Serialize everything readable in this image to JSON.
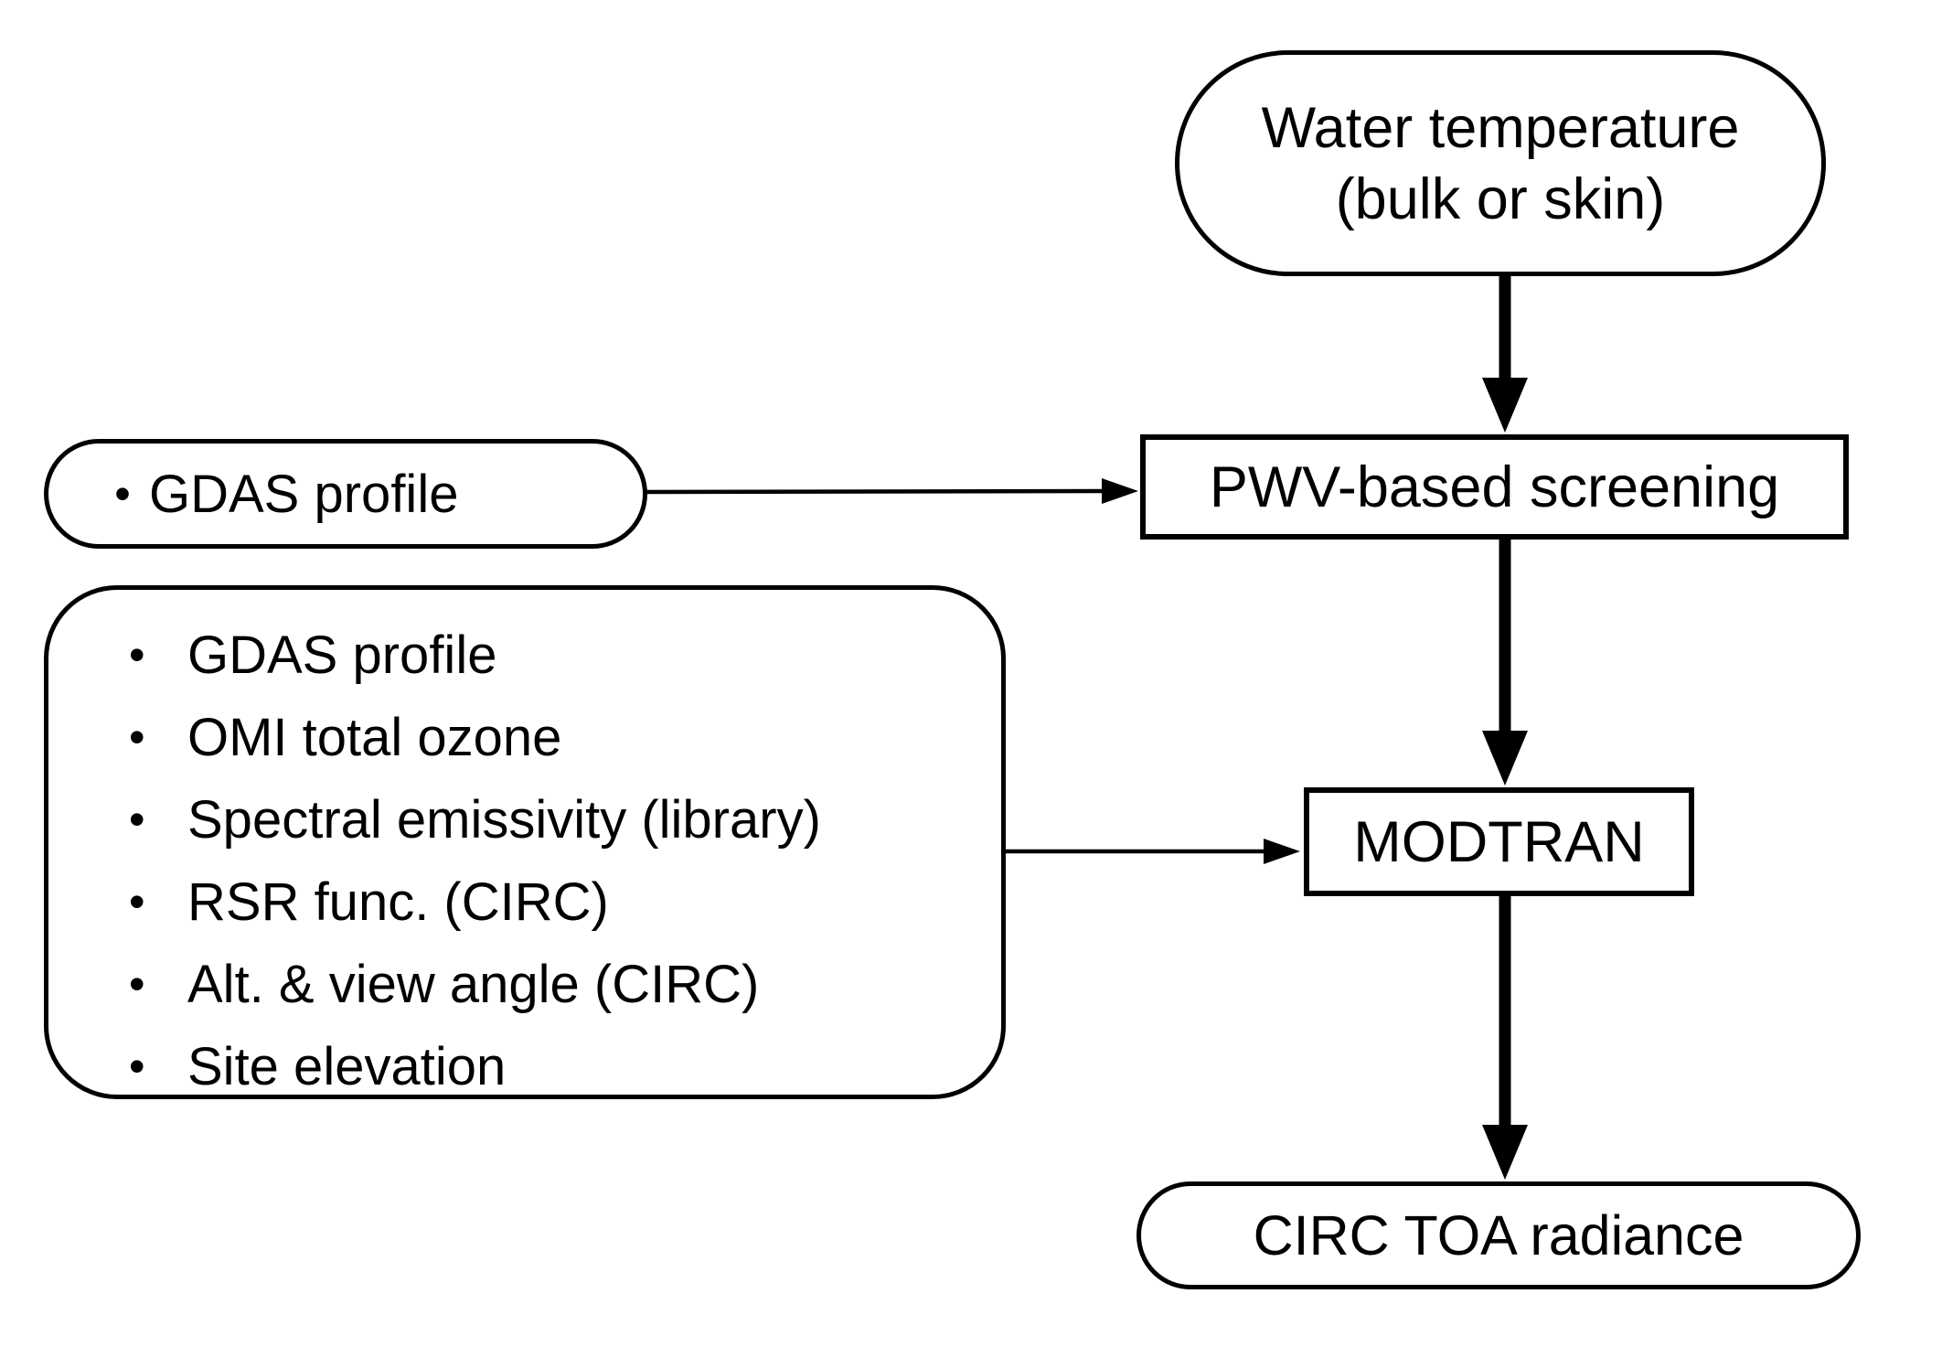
{
  "page": {
    "background": "#ffffff"
  },
  "diagram": {
    "type": "flowchart",
    "bullet_char": "•",
    "colors": {
      "stroke": "#000000",
      "node_fill": "#ffffff",
      "text": "#000000"
    },
    "nodes": {
      "water_temp": {
        "shape": "rounded",
        "lines": [
          "Water temperature",
          "(bulk or skin)"
        ]
      },
      "pwv_screening": {
        "shape": "rect",
        "label": "PWV-based screening"
      },
      "gdas_profile": {
        "shape": "rounded",
        "label": "GDAS profile"
      },
      "modtran_inputs": {
        "shape": "rounded",
        "items": [
          "GDAS profile",
          "OMI total ozone",
          "Spectral emissivity (library)",
          "RSR func. (CIRC)",
          "Alt. & view angle (CIRC)",
          "Site elevation"
        ]
      },
      "modtran": {
        "shape": "rect",
        "label": "MODTRAN"
      },
      "circ_toa": {
        "shape": "rounded",
        "label": "CIRC TOA radiance"
      }
    },
    "edges": [
      {
        "from": "water_temp",
        "to": "pwv_screening",
        "style": "thick"
      },
      {
        "from": "gdas_profile",
        "to": "pwv_screening",
        "style": "thin"
      },
      {
        "from": "pwv_screening",
        "to": "modtran",
        "style": "thick"
      },
      {
        "from": "modtran_inputs",
        "to": "modtran",
        "style": "thin"
      },
      {
        "from": "modtran",
        "to": "circ_toa",
        "style": "thick"
      }
    ]
  }
}
